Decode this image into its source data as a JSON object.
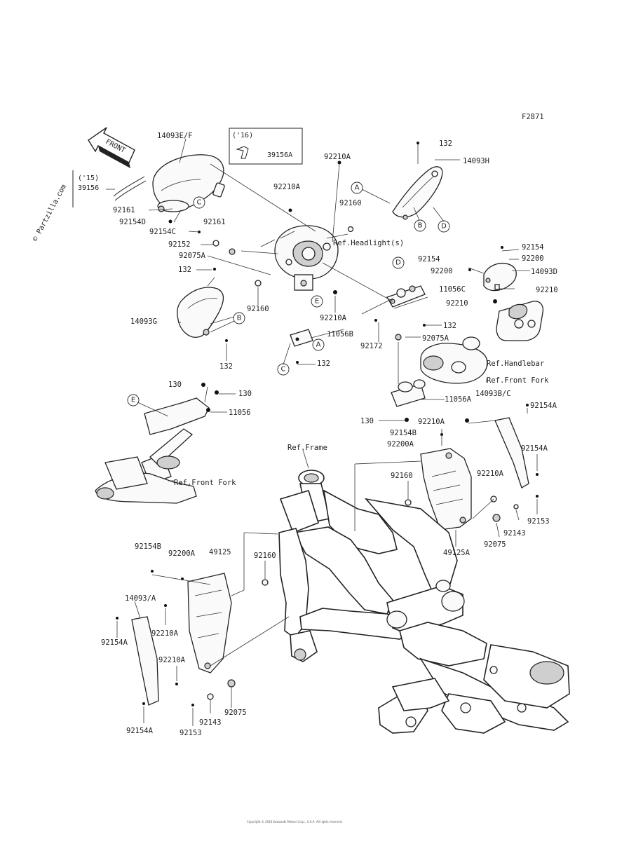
{
  "diagram_code": "F2871",
  "watermark": "© Partzilla.com",
  "front_arrow_label": "FRONT",
  "inset_box": {
    "year": "('16)",
    "part": "39156A"
  },
  "inset_left": {
    "year": "('15)",
    "part": "39156"
  },
  "ref_labels": {
    "headlight": "Ref.Headlight(s)",
    "handlebar": "Ref.Handlebar",
    "front_fork_right": "Ref.Front Fork",
    "front_fork_left": "Ref.Front Fork",
    "frame": "Ref.Frame"
  },
  "callouts": [
    "A",
    "B",
    "C",
    "D",
    "E"
  ],
  "parts": {
    "p14093EF": "14093E/F",
    "p92210A_top": "92210A",
    "p132_top": "132",
    "p14093H": "14093H",
    "p92210A_mid": "92210A",
    "p92160_top": "92160",
    "p92161_a": "92161",
    "p92154D": "92154D",
    "p92161_b": "92161",
    "p92154C": "92154C",
    "p92152": "92152",
    "p92075A_top": "92075A",
    "p132_left": "132",
    "p92160_mid": "92160",
    "p14093G": "14093G",
    "p92210A_cl": "92210A",
    "p132_bot": "132",
    "p11056B": "11056B",
    "p132_lower": "132",
    "p92154_r": "92154",
    "p92200_r": "92200",
    "p92154_r2": "92154",
    "p92200_r2": "92200",
    "p14093D": "14093D",
    "p92210_r": "92210",
    "p11056C": "11056C",
    "p92210_r2": "92210",
    "p132_right": "132",
    "p92172": "92172",
    "p92075A_r": "92075A",
    "p11056A": "11056A",
    "p14093BC": "14093B/C",
    "p92154A_r": "92154A",
    "p130_a": "130",
    "p130_b": "130",
    "p11056": "11056",
    "p130_c": "130",
    "p92210A_r3": "92210A",
    "p92154B_r": "92154B",
    "p92200A_r": "92200A",
    "p92154A_r2": "92154A",
    "p92160_r": "92160",
    "p92210A_r4": "92210A",
    "p92153_r": "92153",
    "p92143_r": "92143",
    "p92075_r": "92075",
    "p49125A": "49125A",
    "p92154B_l": "92154B",
    "p92200A_l": "92200A",
    "p49125": "49125",
    "p92160_l": "92160",
    "p14093A": "14093/A",
    "p92154A_l": "92154A",
    "p92210A_l": "92210A",
    "p92210A_l2": "92210A",
    "p92075_l": "92075",
    "p92143_l": "92143",
    "p92154A_l2": "92154A",
    "p92153_l": "92153"
  },
  "footer_copyright": "Copyright © 2016 Kawasaki Motors Corp., U.S.A. All rights reserved."
}
